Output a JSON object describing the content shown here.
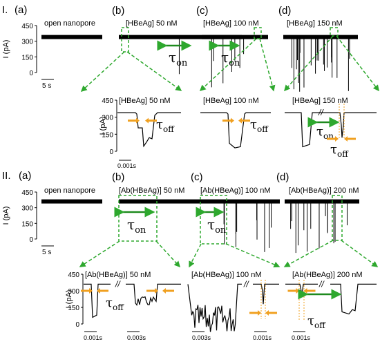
{
  "section_labels": [
    "I.",
    "II."
  ],
  "panel_labels": [
    "(a)",
    "(b)",
    "(c)",
    "(d)"
  ],
  "open_label": "open nanopore",
  "tau_symbol": "τ",
  "tau_on_sub": "on",
  "tau_off_sub": "off",
  "break_mark": "//",
  "colors": {
    "tau_on_arrow": "#1e8a1e",
    "tau_off_arrow": "#f0a020",
    "zoom_box": "#2ea82e",
    "trace": "#000000"
  },
  "chart_data": [
    {
      "type": "line",
      "title": "Part I: HBeAg translocation through open nanopore",
      "ylabel": "I (pA)",
      "yticks": [
        0,
        150,
        300,
        450
      ],
      "ylim": [
        0,
        450
      ],
      "open_current": 340,
      "scale_bar": "5 s",
      "panels": [
        {
          "id": "a",
          "condition": "",
          "label": "open nanopore",
          "events": 0
        },
        {
          "id": "b",
          "condition": "[HBeAg] 50 nM",
          "events": 1,
          "annotation": "τon"
        },
        {
          "id": "c",
          "condition": "[HBeAg] 100 nM",
          "events": 7,
          "annotation": "τon"
        },
        {
          "id": "d",
          "condition": "[HBeAg] 150 nM",
          "events": 22
        }
      ],
      "zoom": {
        "ylabel": "I (pA)",
        "yticks": [
          0,
          150,
          300,
          450
        ],
        "scale_bar": "0.001s",
        "panels": [
          {
            "condition": "[HBeAg] 50 nM",
            "annotation": "τoff",
            "event_min": 45
          },
          {
            "condition": "[HBeAg] 100 nM",
            "annotation": "τoff",
            "event_min": 30
          },
          {
            "condition": "[HBeAg] 150 nM",
            "annotation": [
              "τon",
              "τoff"
            ],
            "event_min": 40
          }
        ]
      }
    },
    {
      "type": "line",
      "title": "Part II: Ab(HBeAg) complex translocation",
      "ylabel": "I (pA)",
      "yticks": [
        0,
        150,
        300,
        450
      ],
      "ylim": [
        0,
        450
      ],
      "open_current": 360,
      "scale_bar": "5 s",
      "panels": [
        {
          "id": "a",
          "condition": "",
          "label": "open nanopore",
          "events": 0
        },
        {
          "id": "b",
          "condition": "[Ab(HBeAg)] 50 nM",
          "events": 0,
          "annotation": "τon"
        },
        {
          "id": "c",
          "condition": "[Ab(HBeAg)] 100 nM",
          "events": 10,
          "annotation": "τon"
        },
        {
          "id": "d",
          "condition": "[Ab(HBeAg)] 200 nM",
          "events": 14
        }
      ],
      "zoom": {
        "ylabel": "I (pA)",
        "yticks": [
          0,
          150,
          300,
          450
        ],
        "panels": [
          {
            "condition": "[Ab(HBeAg)] 50 nM",
            "annotation": "τoff",
            "scale_bars": [
              "0.001s",
              "0.003s"
            ]
          },
          {
            "condition": "[Ab(HBeAg)] 100 nM",
            "scale_bars": [
              "0.003s",
              "0.001s"
            ]
          },
          {
            "condition": "[Ab(HBeAg)] 200 nM",
            "annotation": "τoff",
            "scale_bars": [
              "0.001s"
            ]
          }
        ]
      }
    }
  ]
}
